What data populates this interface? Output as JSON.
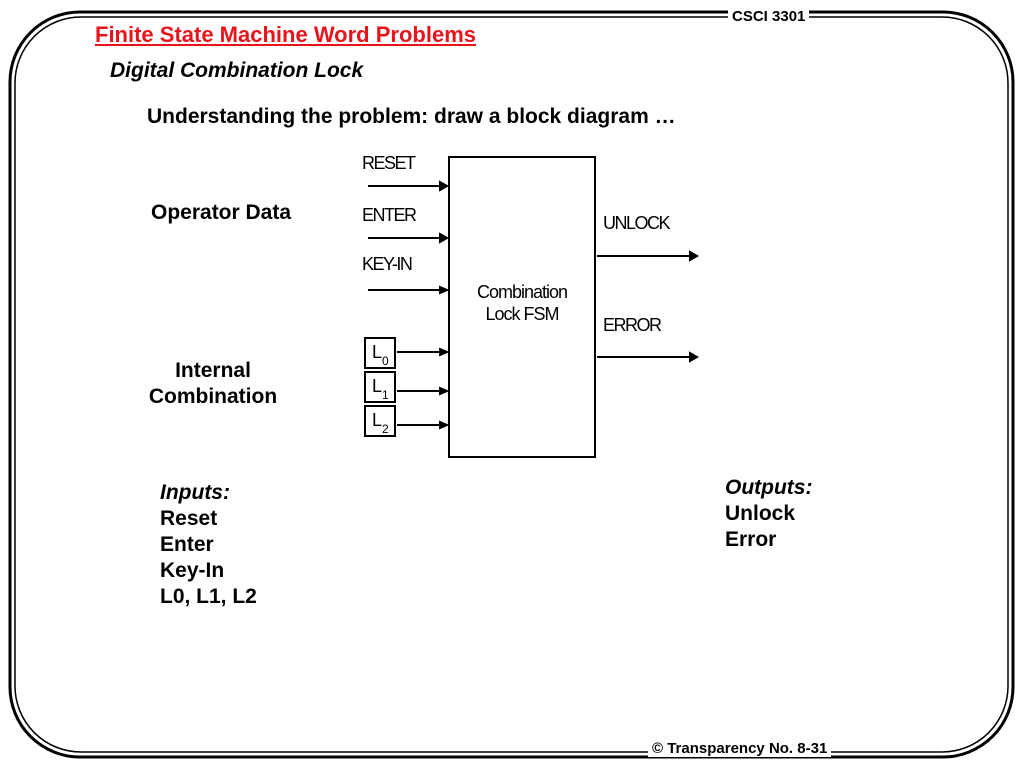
{
  "slide": {
    "title": "Finite State Machine Word Problems",
    "course": "CSCI 3301",
    "subtitle": "Digital Combination Lock",
    "heading": "Understanding the problem: draw a block diagram …",
    "footer": "© Transparency No. 8-31"
  },
  "diagram": {
    "block_label_line1": "Combination",
    "block_label_line2": "Lock FSM",
    "operator_label": "Operator Data",
    "internal_label_line1": "Internal",
    "internal_label_line2": "Combination",
    "input_signals": [
      "RESET",
      "ENTER",
      "KEY-IN"
    ],
    "output_signals": [
      "UNLOCK",
      "ERROR"
    ],
    "registers": [
      {
        "base": "L",
        "sub": "0"
      },
      {
        "base": "L",
        "sub": "1"
      },
      {
        "base": "L",
        "sub": "2"
      }
    ]
  },
  "inputs_list": {
    "heading": "Inputs:",
    "items": [
      "Reset",
      "Enter",
      "Key-In",
      "L0, L1, L2"
    ]
  },
  "outputs_list": {
    "heading": "Outputs:",
    "items": [
      "Unlock",
      "Error"
    ]
  }
}
